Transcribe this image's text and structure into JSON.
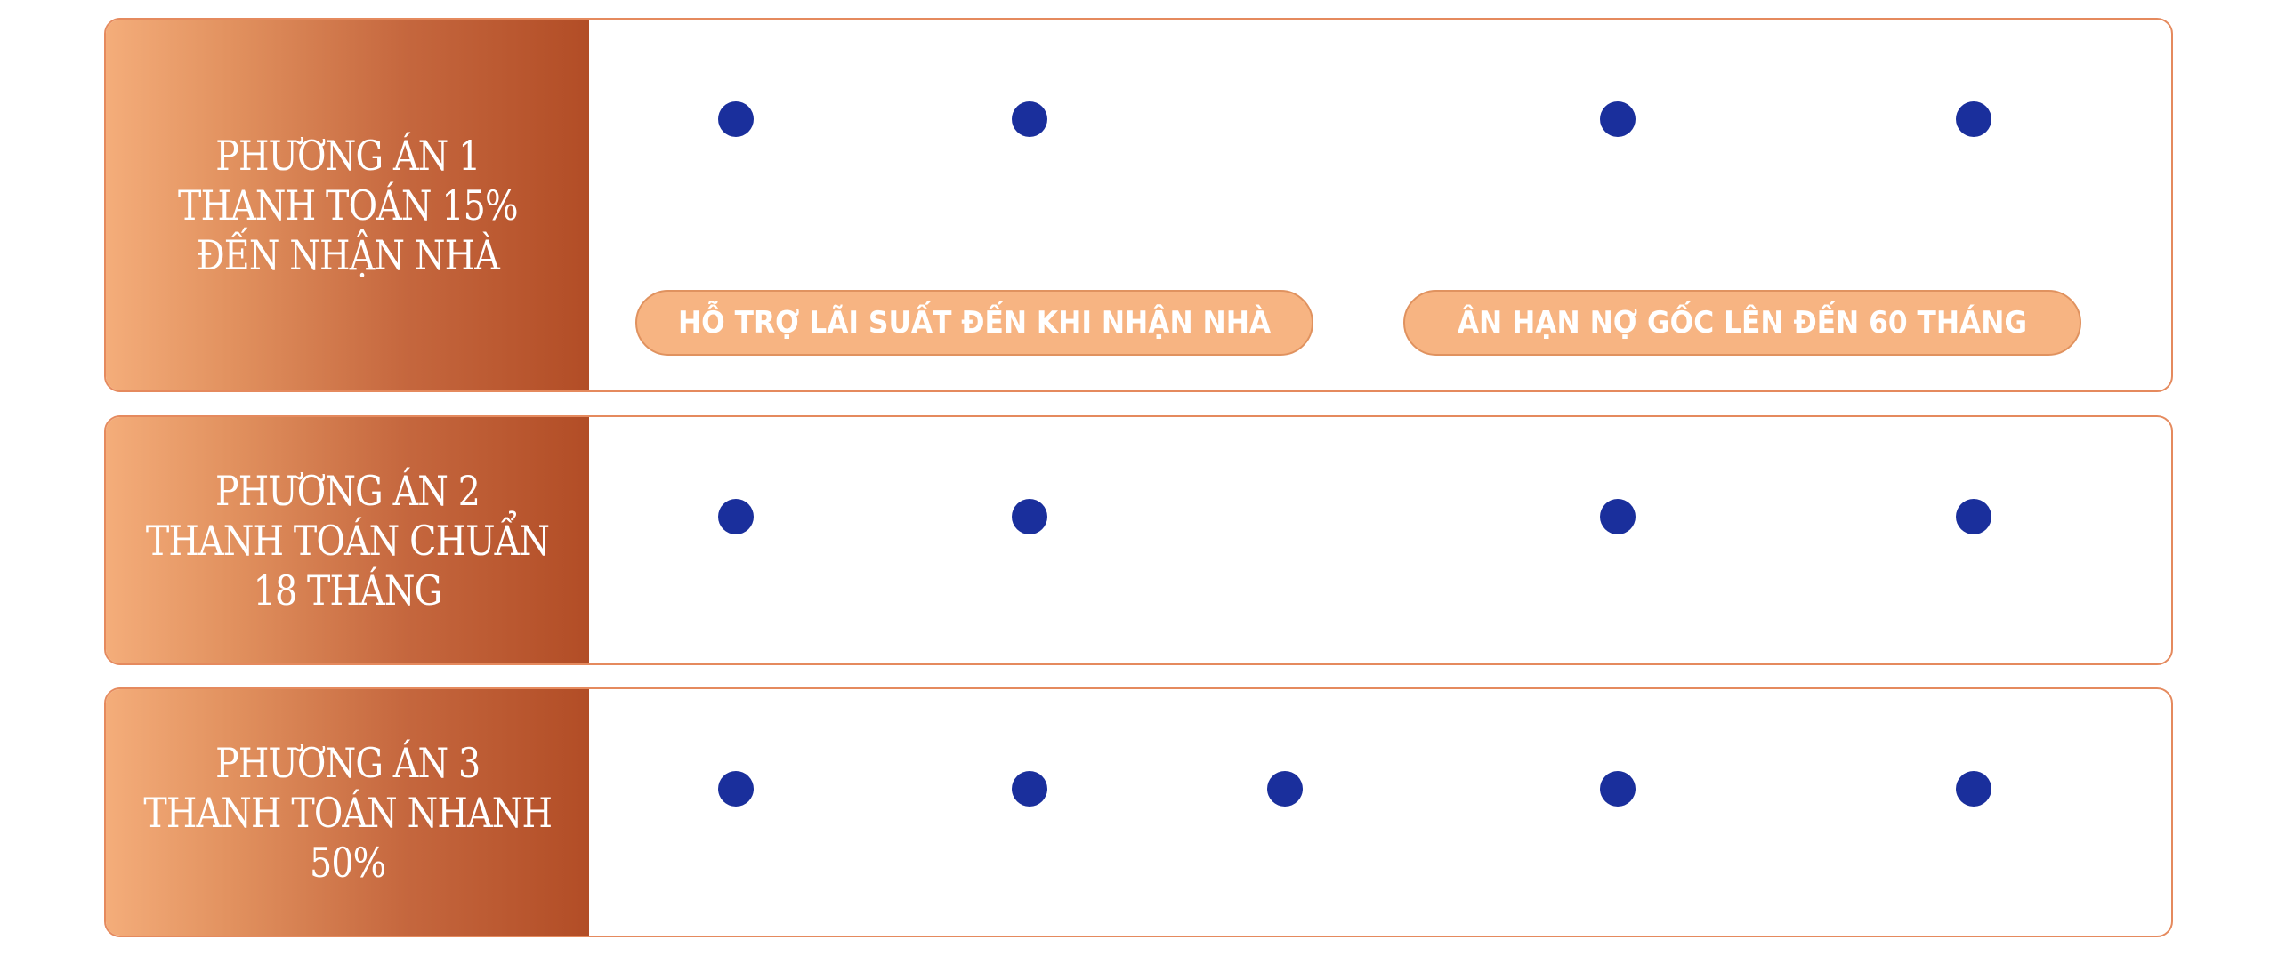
{
  "plans": [
    {
      "title_lines": [
        "PHƯƠNG ÁN 1",
        "THANH TOÁN 15%",
        "ĐẾN NHẬN NHÀ"
      ],
      "badges": [
        "HỖ TRỢ LÃI SUẤT ĐẾN KHI NHẬN NHÀ",
        "ÂN HẠN NỢ GỐC LÊN ĐẾN 60 THÁNG"
      ]
    },
    {
      "title_lines": [
        "PHƯƠNG ÁN 2",
        "THANH TOÁN CHUẨN",
        "18 THÁNG"
      ]
    },
    {
      "title_lines": [
        "PHƯƠNG ÁN 3",
        "THANH TOÁN NHANH",
        "50%"
      ]
    }
  ],
  "colors": {
    "border": "#e58a5e",
    "label_gradient_start": "#f4ad7a",
    "label_gradient_end": "#b24d26",
    "dot": "#1a2f9c",
    "pill_fill": "#f7b482",
    "pill_border": "#e0925f",
    "text_light": "#ffffff"
  }
}
